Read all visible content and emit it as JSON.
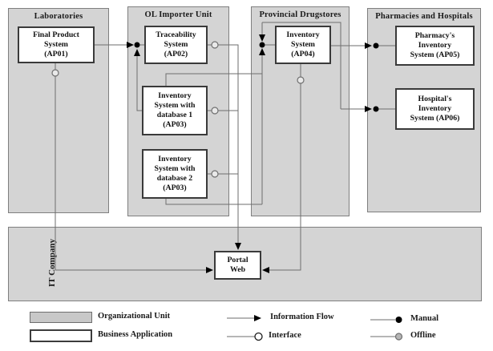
{
  "groups": {
    "laboratories": "Laboratories",
    "ol_importer": "OL Importer Unit",
    "provincial": "Provincial Drugstores",
    "pharmacies": "Pharmacies and Hospitals",
    "it_company": "IT Company"
  },
  "apps": {
    "ap01": "Final Product\nSystem\n(AP01)",
    "ap02": "Traceability\nSystem\n(AP02)",
    "ap03a": "Inventory\nSystem with\ndatabase 1\n(AP03)",
    "ap03b": "Inventory\nSystem with\ndatabase 2\n(AP03)",
    "ap04": "Inventory\nSystem\n(AP04)",
    "ap05": "Pharmacy's\nInventory\nSystem (AP05)",
    "ap06": "Hospital's\nInventory\nSystem (AP06)",
    "portal": "Portal\nWeb"
  },
  "legend": {
    "org_unit": "Organizational Unit",
    "business_app": "Business Application",
    "info_flow": "Information Flow",
    "interface": "Interface",
    "manual": "Manual",
    "offline": "Offline"
  },
  "colors": {
    "org_unit_fill": "#d4d4d4",
    "org_unit_border": "#7f7f7f",
    "app_box_border": "#3a3a3a",
    "wire": "#6e6e6e",
    "manual_dot": "#000000",
    "offline_dot": "#b5b5b5",
    "interface_dot": "#ffffff"
  }
}
